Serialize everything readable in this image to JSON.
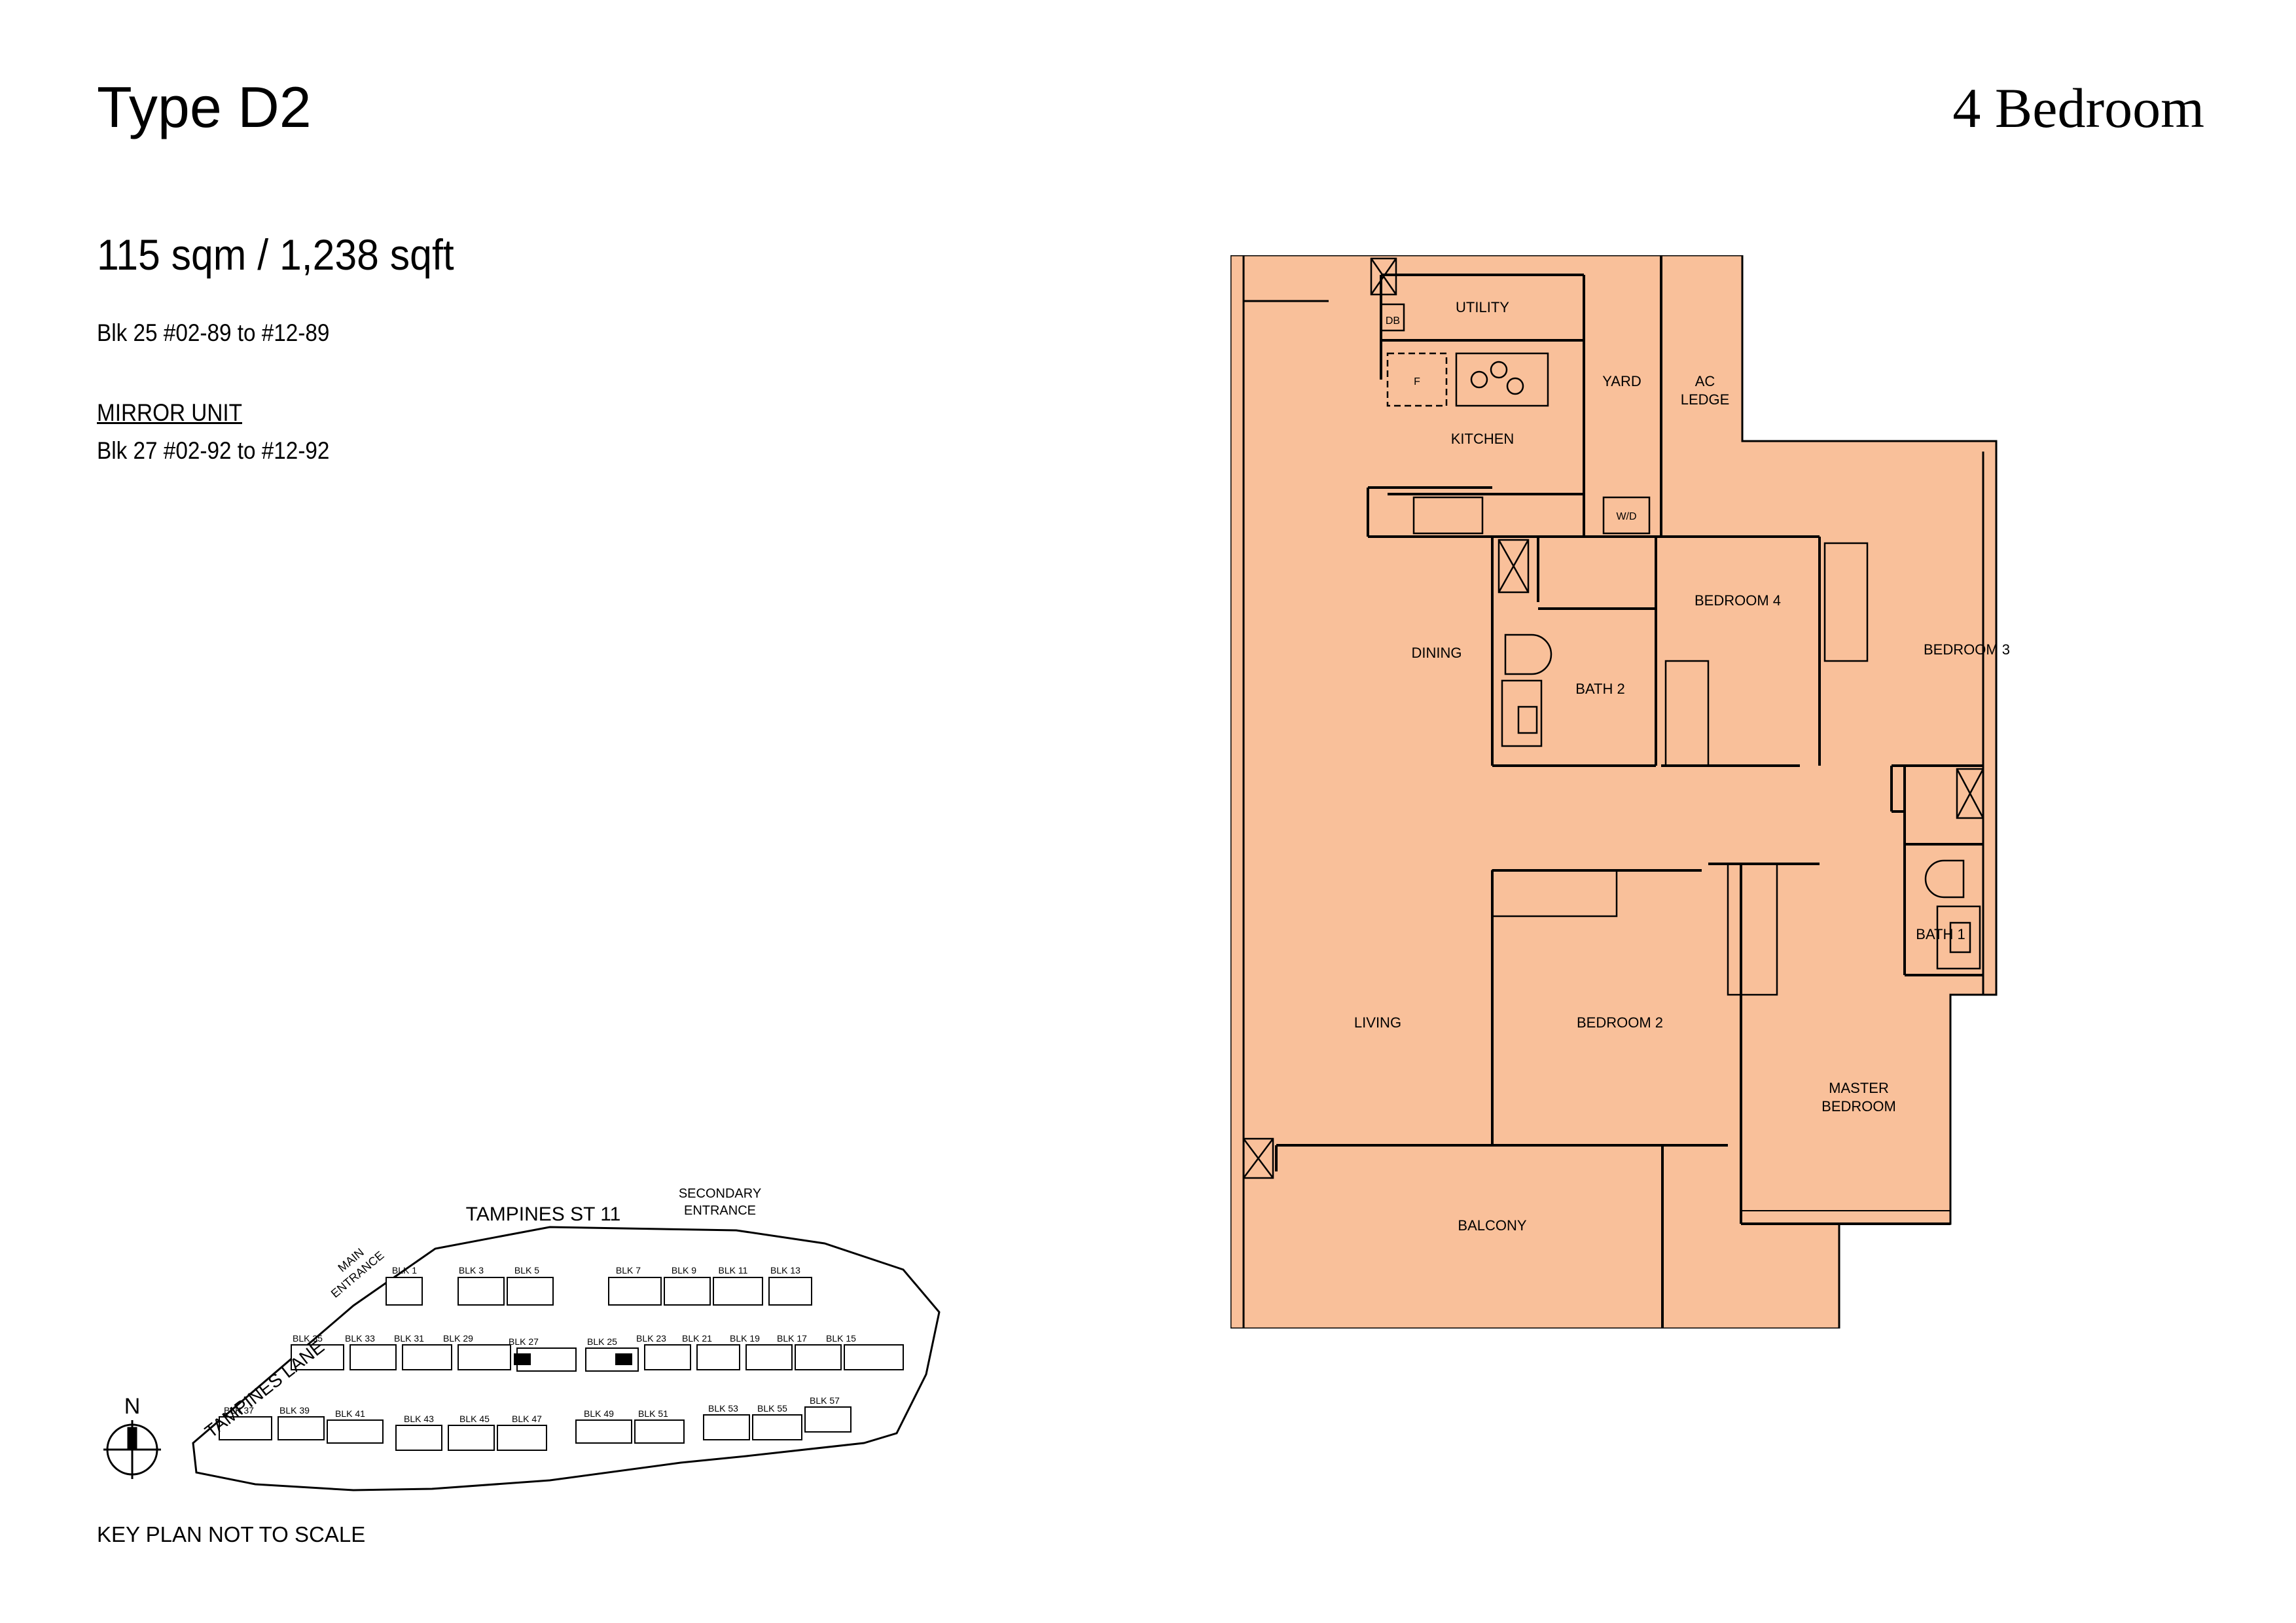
{
  "header": {
    "type": "Type D2",
    "bedrooms": "4 Bedroom",
    "area": "115 sqm / 1,238 sqft",
    "units": "Blk 25  #02-89 to #12-89",
    "mirror_label": "MIRROR UNIT",
    "mirror_units": "Blk 27  #02-92 to #12-92"
  },
  "floorplan": {
    "fill": "#f9c09a",
    "rooms": {
      "utility": "UTILITY",
      "db": "DB",
      "yard": "YARD",
      "ac_ledge_1": "AC",
      "ac_ledge_2": "LEDGE",
      "fridge": "F",
      "kitchen": "KITCHEN",
      "wd": "W/D",
      "dining": "DINING",
      "bath2": "BATH 2",
      "bedroom4": "BEDROOM 4",
      "bedroom3": "BEDROOM 3",
      "bath1": "BATH 1",
      "living": "LIVING",
      "bedroom2": "BEDROOM 2",
      "master_1": "MASTER",
      "master_2": "BEDROOM",
      "balcony": "BALCONY"
    }
  },
  "keyplan": {
    "north": "N",
    "road_top": "TAMPINES ST 11",
    "road_left": "TAMPINES LANE",
    "main_entrance_1": "MAIN",
    "main_entrance_2": "ENTRANCE",
    "secondary_entrance_1": "SECONDARY",
    "secondary_entrance_2": "ENTRANCE",
    "blocks_row1": [
      "BLK 1",
      "BLK 3",
      "BLK 5",
      "BLK 7",
      "BLK 9",
      "BLK 11",
      "BLK 13"
    ],
    "blocks_row2": [
      "BLK 35",
      "BLK 33",
      "BLK 31",
      "BLK 29",
      "BLK 27",
      "BLK 25",
      "BLK 23",
      "BLK 21",
      "BLK 19",
      "BLK 17",
      "BLK 15"
    ],
    "blocks_row3": [
      "BLK 37",
      "BLK 39",
      "BLK 41",
      "BLK 43",
      "BLK 45",
      "BLK 47",
      "BLK 49",
      "BLK 51",
      "BLK 53",
      "BLK 55",
      "BLK 57"
    ],
    "note": "KEY PLAN NOT TO SCALE"
  }
}
